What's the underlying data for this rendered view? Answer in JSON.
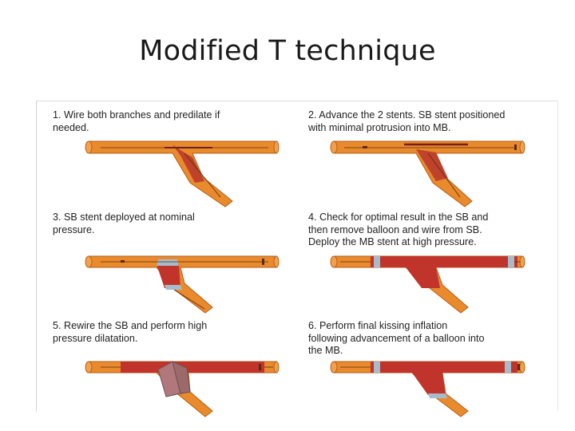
{
  "title": "Modified T technique",
  "steps": [
    {
      "caption": "1. Wire both branches and predilate if\nneeded."
    },
    {
      "caption": "2. Advance the 2 stents. SB stent positioned\nwith minimal protrusion into MB."
    },
    {
      "caption": "3. SB stent deployed at nominal\npressure."
    },
    {
      "caption": "4. Check for optimal result in the SB and\nthen remove balloon and wire from SB.\nDeploy the MB stent at high pressure."
    },
    {
      "caption": "5. Rewire the SB and perform high\npressure dilatation."
    },
    {
      "caption": "6. Perform final kissing inflation\nfollowing advancement of a balloon into\nthe MB."
    }
  ],
  "colors": {
    "vessel": "#e98a2c",
    "vessel_dark": "#c0651a",
    "stent": "#c1342b",
    "stent_dark": "#8e2a22",
    "marker": "#a7bccb",
    "text": "#222222"
  }
}
